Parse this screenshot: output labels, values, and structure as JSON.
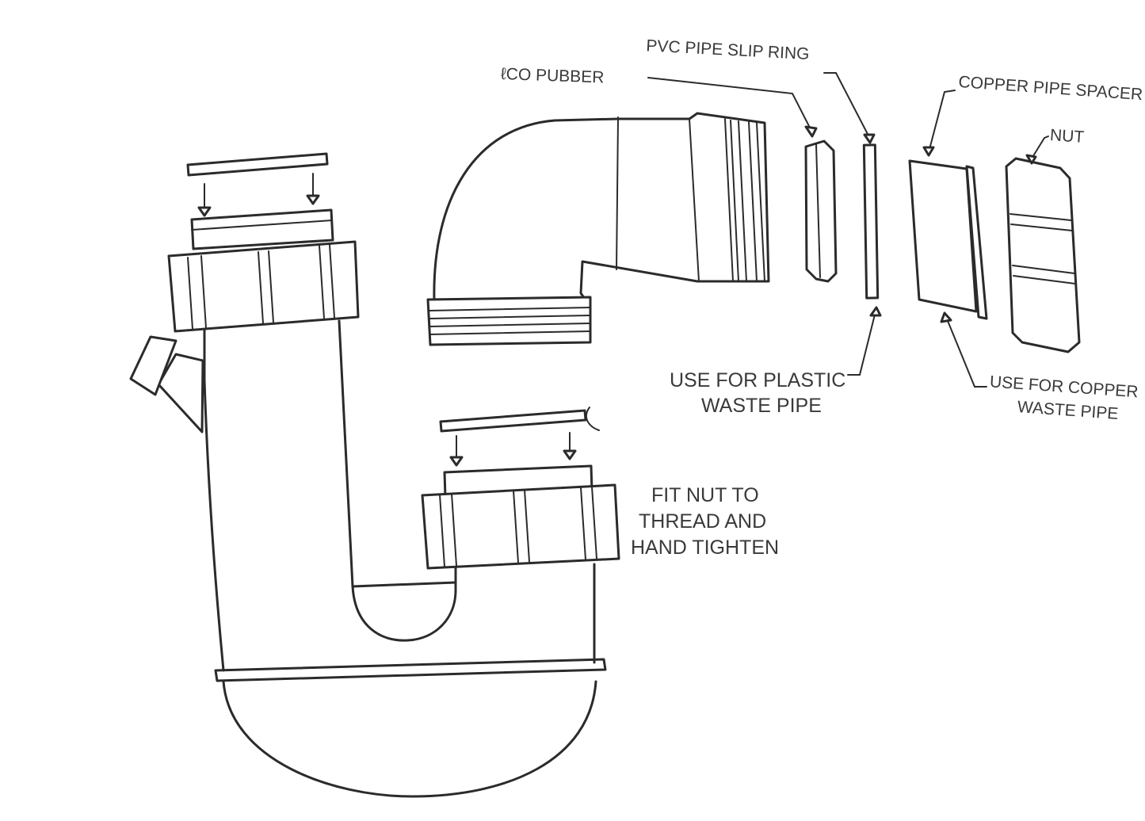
{
  "labels": {
    "rubber": "ℓCO PUBBER",
    "slip_ring": "PVC PIPE SLIP RING",
    "copper_spacer": "COPPER PIPE SPACER",
    "nut": "NUT",
    "plastic_line1": "USE FOR PLASTIC",
    "plastic_line2": "WASTE PIPE",
    "copper_line1": "USE FOR COPPER",
    "copper_line2": "WASTE PIPE",
    "fit_line1": "FIT NUT TO",
    "fit_line2": "THREAD AND",
    "fit_line3": "HAND TIGHTEN"
  }
}
